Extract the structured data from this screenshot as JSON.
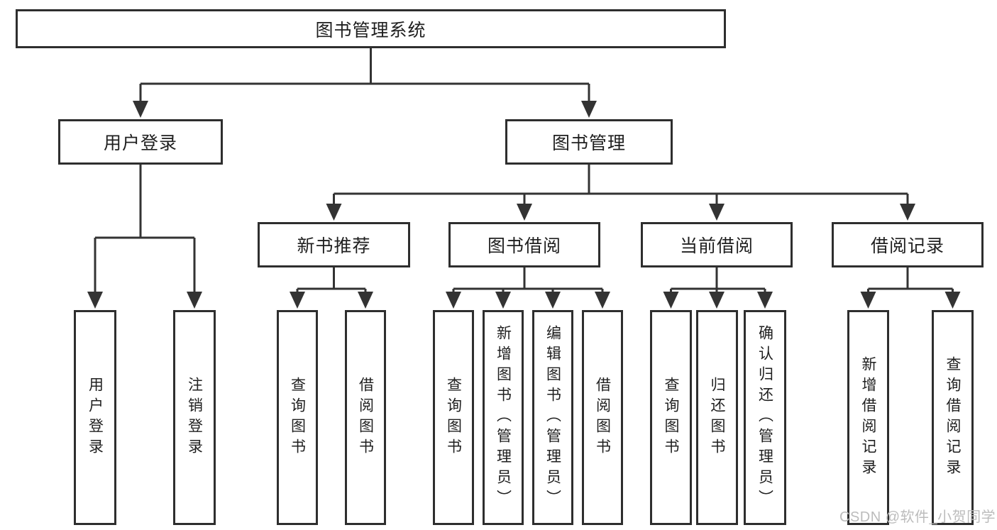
{
  "page": {
    "background": "#ffffff"
  },
  "diagram": {
    "type": "hierarchy-tree",
    "root": {
      "label": "图书管理系统"
    },
    "level2": [
      {
        "label": "用户登录",
        "children": [
          "用户登录",
          "注销登录"
        ]
      },
      {
        "label": "图书管理",
        "children": [
          "新书推荐",
          "图书借阅",
          "当前借阅",
          "借阅记录"
        ]
      }
    ],
    "level3": [
      {
        "label": "新书推荐",
        "children": [
          "查询图书",
          "借阅图书"
        ]
      },
      {
        "label": "图书借阅",
        "children": [
          "查询图书",
          "新增图书（管理员）",
          "编辑图书（管理员）",
          "借阅图书"
        ]
      },
      {
        "label": "当前借阅",
        "children": [
          "查询图书",
          "归还图书",
          "确认归还（管理员）"
        ]
      },
      {
        "label": "借阅记录",
        "children": [
          "新增借阅记录",
          "查询借阅记录"
        ]
      }
    ],
    "colors": {
      "line": "#333333",
      "box_border": "#2e2e2e",
      "text": "#1f1f1f"
    }
  },
  "watermark": {
    "text": "CSDN @软件_小贺同学",
    "color": "#bcbcbc"
  }
}
